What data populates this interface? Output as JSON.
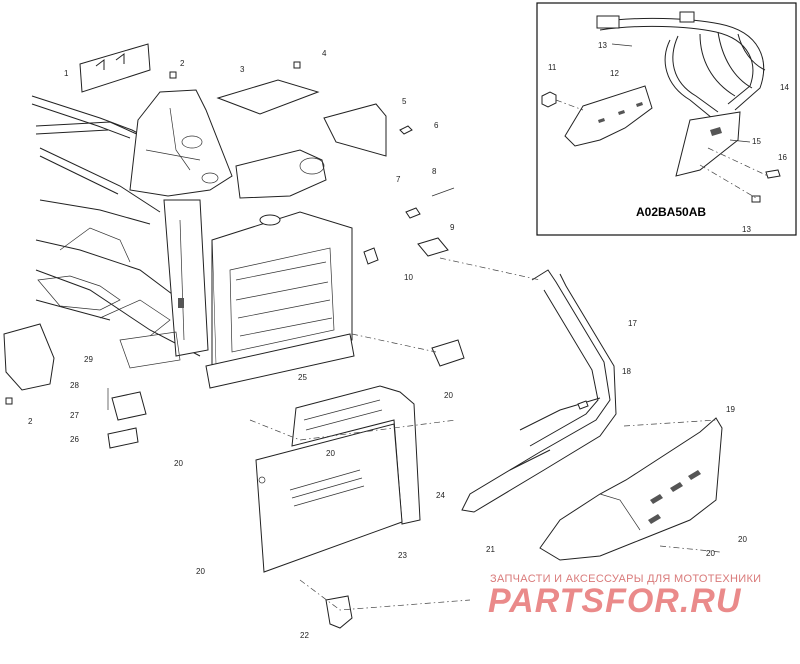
{
  "inset": {
    "code": "A02BA50AB",
    "callouts": [
      "13",
      "12",
      "11",
      "14",
      "15",
      "16",
      "13"
    ]
  },
  "callouts": [
    "1",
    "2",
    "3",
    "4",
    "5",
    "6",
    "7",
    "8",
    "9",
    "10",
    "17",
    "18",
    "19",
    "20",
    "20",
    "20",
    "20",
    "21",
    "22",
    "23",
    "24",
    "25",
    "26",
    "27",
    "28",
    "29",
    "2",
    "20",
    "20"
  ],
  "watermark": {
    "tagline": "ЗАПЧАСТИ И АКСЕССУАРЫ ДЛЯ МОТОТЕХНИКИ",
    "brand": "PARTSFOR.RU",
    "color": "#e87878"
  }
}
